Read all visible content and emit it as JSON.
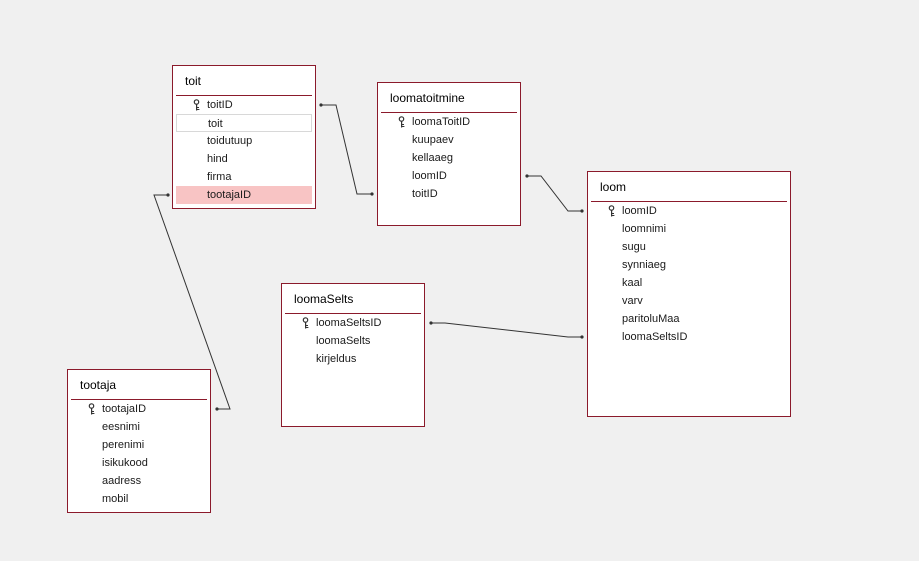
{
  "colors": {
    "background": "#f0f0f0",
    "table_border": "#8b1a2b",
    "highlight": "#f8c4c4",
    "relation_line": "#333333"
  },
  "icons": {
    "primary_key": "key-icon"
  },
  "tables": [
    {
      "id": "toit",
      "title": "toit",
      "fields": [
        {
          "label": "toitID",
          "primary_key": true
        },
        {
          "label": "toit",
          "state": "selected"
        },
        {
          "label": "toidutuup"
        },
        {
          "label": "hind"
        },
        {
          "label": "firma"
        },
        {
          "label": "tootajaID",
          "state": "highlighted"
        }
      ]
    },
    {
      "id": "loomatoitmine",
      "title": "loomatoitmine",
      "fields": [
        {
          "label": "loomaToitID",
          "primary_key": true
        },
        {
          "label": "kuupaev"
        },
        {
          "label": "kellaaeg"
        },
        {
          "label": "loomID"
        },
        {
          "label": "toitID"
        }
      ]
    },
    {
      "id": "loom",
      "title": "loom",
      "fields": [
        {
          "label": "loomID",
          "primary_key": true
        },
        {
          "label": "loomnimi"
        },
        {
          "label": "sugu"
        },
        {
          "label": "synniaeg"
        },
        {
          "label": "kaal"
        },
        {
          "label": "varv"
        },
        {
          "label": "paritoluMaa"
        },
        {
          "label": "loomaSeltsID"
        }
      ]
    },
    {
      "id": "loomaSelts",
      "title": "loomaSelts",
      "fields": [
        {
          "label": "loomaSeltsID",
          "primary_key": true
        },
        {
          "label": "loomaSelts"
        },
        {
          "label": "kirjeldus"
        }
      ]
    },
    {
      "id": "tootaja",
      "title": "tootaja",
      "fields": [
        {
          "label": "tootajaID",
          "primary_key": true
        },
        {
          "label": "eesnimi"
        },
        {
          "label": "perenimi"
        },
        {
          "label": "isikukood"
        },
        {
          "label": "aadress"
        },
        {
          "label": "mobil"
        }
      ]
    }
  ],
  "relations": [
    {
      "from_table": "toit",
      "from_field": "toitID",
      "to_table": "loomatoitmine",
      "to_field": "toitID"
    },
    {
      "from_table": "loomatoitmine",
      "from_field": "loomID",
      "to_table": "loom",
      "to_field": "loomID"
    },
    {
      "from_table": "loomaSelts",
      "from_field": "loomaSeltsID",
      "to_table": "loom",
      "to_field": "loomaSeltsID"
    },
    {
      "from_table": "toit",
      "from_field": "tootajaID",
      "to_table": "tootaja",
      "to_field": "tootajaID"
    }
  ]
}
